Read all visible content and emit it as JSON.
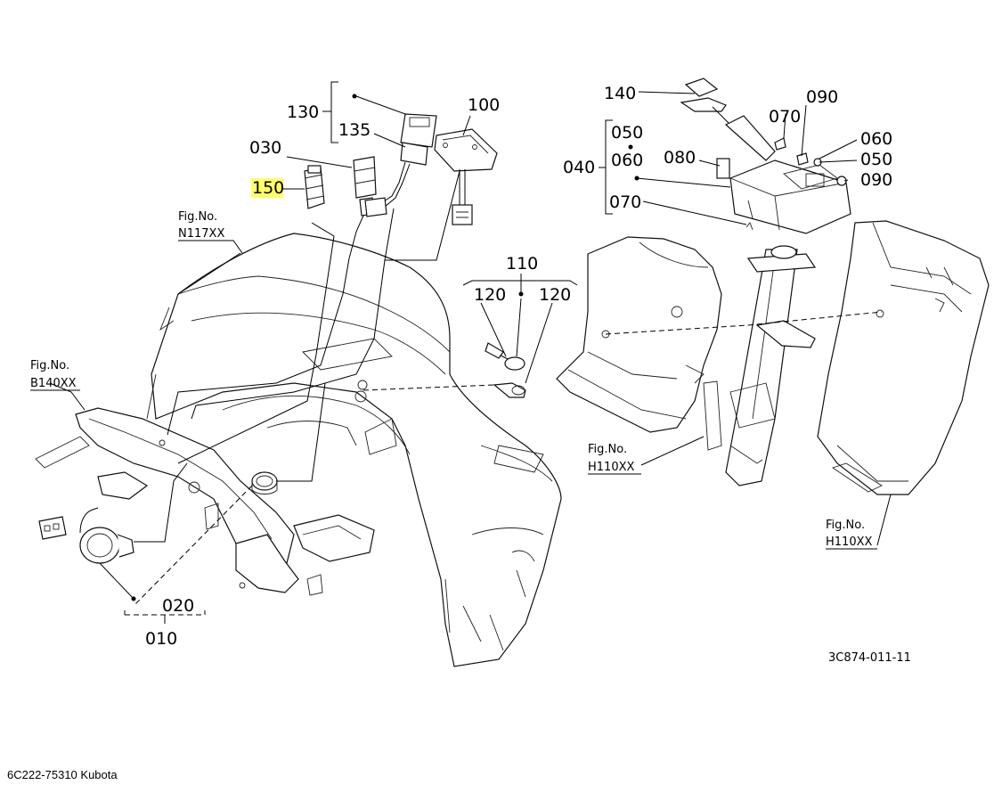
{
  "diagram": {
    "callouts": {
      "c130": "130",
      "c135": "135",
      "c100": "100",
      "c030": "030",
      "c150": "150",
      "c110": "110",
      "c120a": "120",
      "c120b": "120",
      "c020": "020",
      "c010": "010",
      "c140": "140",
      "c090a": "090",
      "c070a": "070",
      "c050a": "050",
      "c040": "040",
      "c060a": "060",
      "c080": "080",
      "c060b": "060",
      "c050b": "050",
      "c090b": "090",
      "c070b": "070"
    },
    "highlight_color": "#ffff66",
    "fig_refs": {
      "n117_title": "Fig.No.",
      "n117_code": "N117XX",
      "b140_title": "Fig.No.",
      "b140_code": "B140XX",
      "h110a_title": "Fig.No.",
      "h110a_code": "H110XX",
      "h110b_title": "Fig.No.",
      "h110b_code": "H110XX"
    },
    "drawing_code": "3C874-011-11"
  },
  "footer": {
    "caption": "6C222-75310 Kubota"
  }
}
